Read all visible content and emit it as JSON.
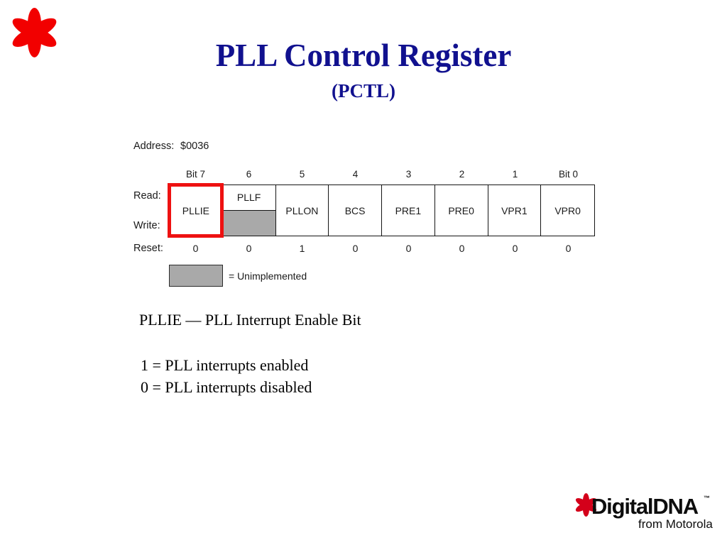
{
  "slide": {
    "title": "PLL Control Register",
    "subtitle": "(PCTL)"
  },
  "brand": {
    "top_logo_icon": "motorola-flower-icon",
    "footer_logo_icon": "digital-dna-flower-icon",
    "footer_wordmark": "DigitalDNA",
    "footer_tm": "™",
    "footer_tagline": "from Motorola",
    "accent_red": "#f20000",
    "title_blue": "#11118f"
  },
  "register": {
    "address_label": "Address:",
    "address_value": "$0036",
    "row_labels": {
      "read": "Read:",
      "write": "Write:",
      "reset": "Reset:"
    },
    "bit_headers": [
      "Bit 7",
      "6",
      "5",
      "4",
      "3",
      "2",
      "1",
      "Bit 0"
    ],
    "bits": [
      {
        "name": "PLLIE",
        "unimplemented_write": false,
        "reset": "0",
        "highlighted": true
      },
      {
        "name": "PLLF",
        "unimplemented_write": true,
        "reset": "0",
        "highlighted": false
      },
      {
        "name": "PLLON",
        "unimplemented_write": false,
        "reset": "1",
        "highlighted": false
      },
      {
        "name": "BCS",
        "unimplemented_write": false,
        "reset": "0",
        "highlighted": false
      },
      {
        "name": "PRE1",
        "unimplemented_write": false,
        "reset": "0",
        "highlighted": false
      },
      {
        "name": "PRE0",
        "unimplemented_write": false,
        "reset": "0",
        "highlighted": false
      },
      {
        "name": "VPR1",
        "unimplemented_write": false,
        "reset": "0",
        "highlighted": false
      },
      {
        "name": "VPR0",
        "unimplemented_write": false,
        "reset": "0",
        "highlighted": false
      }
    ],
    "legend": {
      "text": "= Unimplemented",
      "swatch_color": "#a9a9a9"
    },
    "highlight_color": "#ee1111"
  },
  "description": {
    "heading": "PLLIE — PLL Interrupt Enable Bit",
    "lines": [
      "1 = PLL interrupts enabled",
      "0 = PLL interrupts disabled"
    ]
  }
}
